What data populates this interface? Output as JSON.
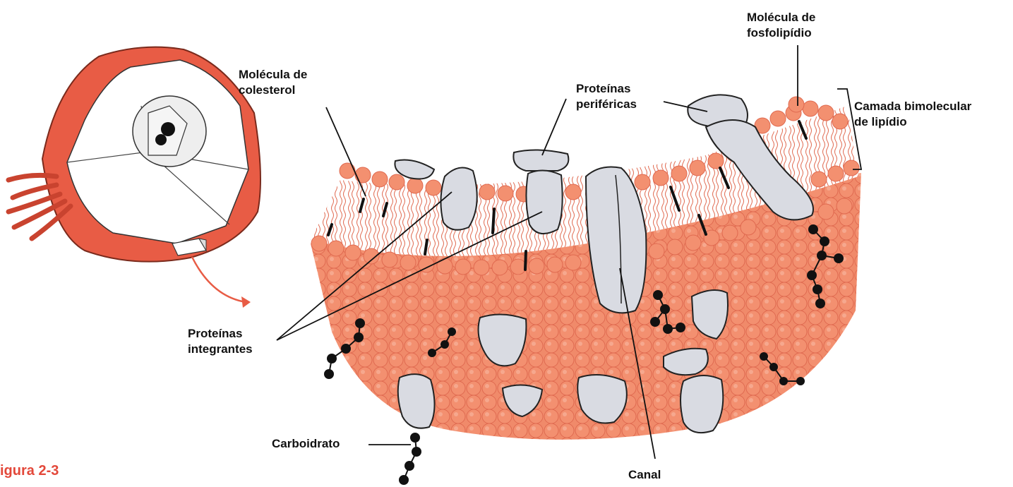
{
  "labels": {
    "colesterol": [
      "Molécula de",
      "colesterol"
    ],
    "perifericas": [
      "Proteínas",
      "periféricas"
    ],
    "fosfolipidio": [
      "Molécula de",
      "fosfolipídio"
    ],
    "camada": [
      "Camada bimolecular",
      "de lipídio"
    ],
    "integrantes": [
      "Proteínas",
      "integrantes"
    ],
    "carboidrato": "Carboidrato",
    "canal": "Canal"
  },
  "caption": "igura 2-3",
  "colors": {
    "membrane": "#f08a6a",
    "head": "#f39070",
    "head_outline": "#e06a50",
    "cell_wall": "#e85c45",
    "protein": "#d9dbe2",
    "carbohydrate": "#111111",
    "caption": "#e3483a"
  },
  "icons": [
    "cell-cutaway-icon",
    "membrane-block-icon",
    "arrow-icon"
  ]
}
